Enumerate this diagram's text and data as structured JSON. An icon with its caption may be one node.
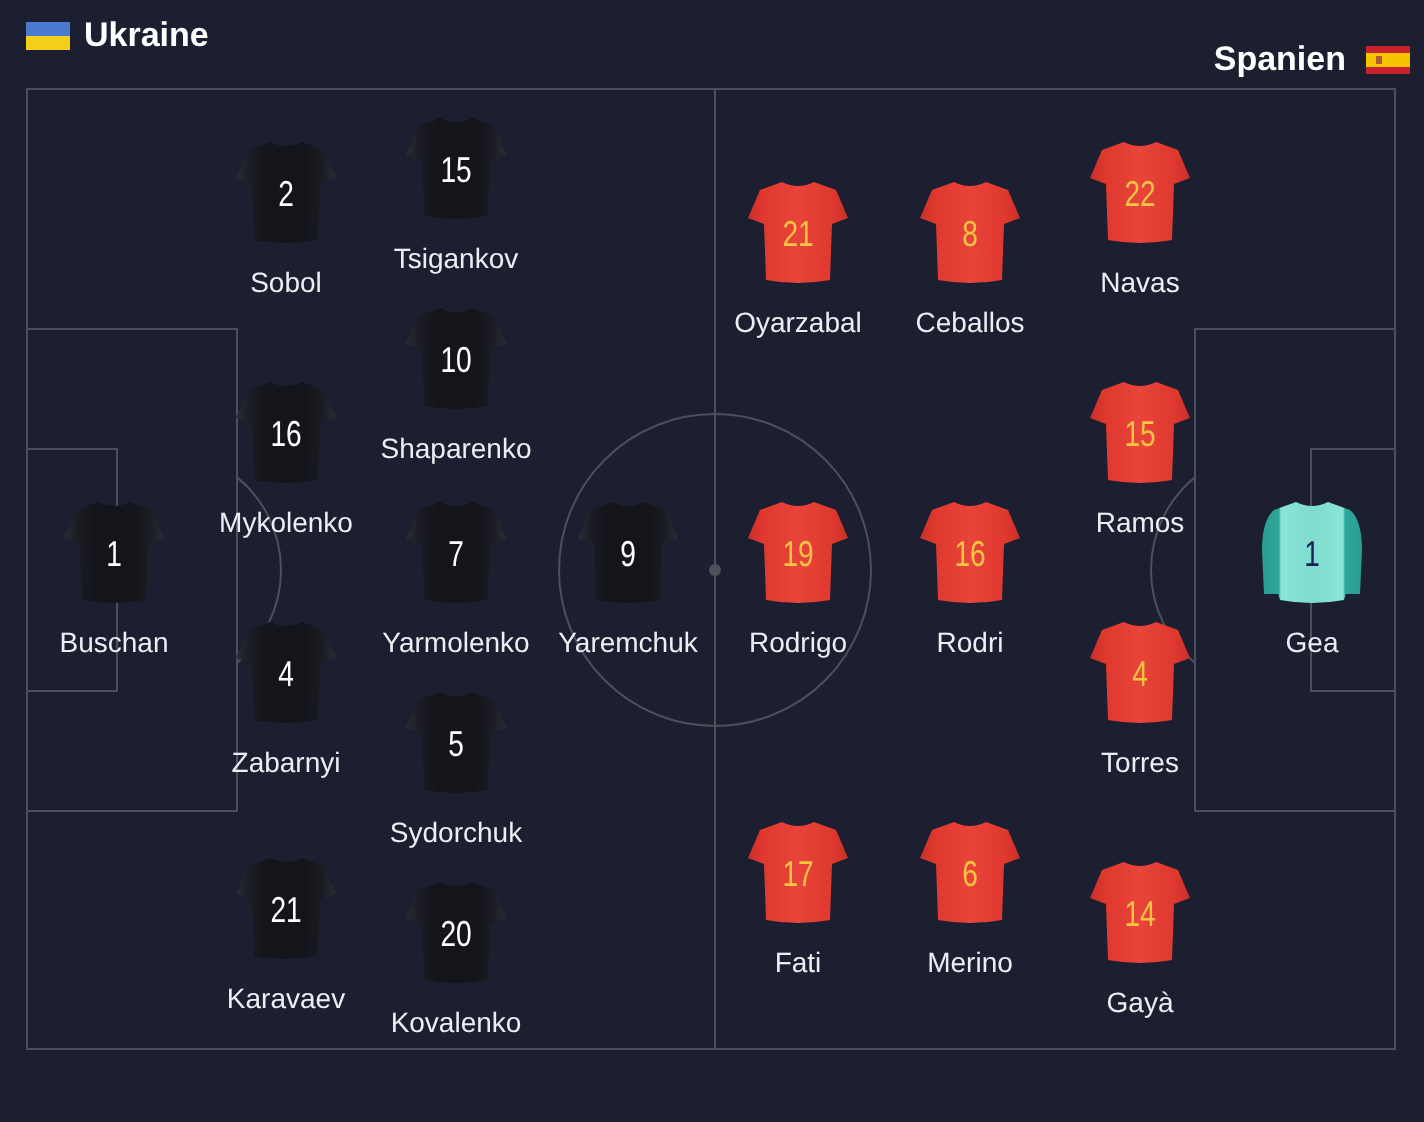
{
  "diagram": {
    "nodes": [
      {
        "text": [
          "Ukraine"
        ]
      },
      {
        "text": [
          "1"
        ],
        "beside": [
          "Buschan"
        ],
        "in": 0
      },
      {
        "text": [
          "2"
        ],
        "beside": [
          "Sobol"
        ],
        "in": 0
      },
      {
        "text": [
          "16"
        ],
        "beside": [
          "Mykolenko"
        ],
        "in": 0
      },
      {
        "text": [
          "4"
        ],
        "beside": [
          "Zabarnyi"
        ],
        "in": 0
      },
      {
        "text": [
          "21"
        ],
        "beside": [
          "Karavaev"
        ],
        "in": 0
      },
      {
        "text": [
          "15"
        ],
        "beside": [
          "Tsigankov"
        ],
        "in": 0
      },
      {
        "text": [
          "10"
        ],
        "beside": [
          "Shaparenko"
        ],
        "in": 0
      },
      {
        "text": [
          "7"
        ],
        "beside": [
          "Yarmolenko"
        ],
        "in": 0
      },
      {
        "text": [
          "5"
        ],
        "beside": [
          "Sydorchuk"
        ],
        "in": 0
      },
      {
        "text": [
          "20"
        ],
        "beside": [
          "Kovalenko"
        ],
        "in": 0
      },
      {
        "text": [
          "9"
        ],
        "beside": [
          "Yaremchuk"
        ],
        "in": 0
      },
      {
        "text": [
          "Spanien"
        ]
      },
      {
        "text": [
          "21"
        ],
        "beside": [
          "Oyarzabal"
        ],
        "in": 12
      },
      {
        "text": [
          "19"
        ],
        "beside": [
          "Rodrigo"
        ],
        "in": 12
      },
      {
        "text": [
          "17"
        ],
        "beside": [
          "Fati"
        ],
        "in": 12
      },
      {
        "text": [
          "8"
        ],
        "beside": [
          "Ceballos"
        ],
        "in": 12
      },
      {
        "text": [
          "16"
        ],
        "beside": [
          "Rodri"
        ],
        "in": 12
      },
      {
        "text": [
          "6"
        ],
        "beside": [
          "Merino"
        ],
        "in": 12
      },
      {
        "text": [
          "22"
        ],
        "beside": [
          "Navas"
        ],
        "in": 12
      },
      {
        "text": [
          "15"
        ],
        "beside": [
          "Ramos"
        ],
        "in": 12
      },
      {
        "text": [
          "4"
        ],
        "beside": [
          "Torres"
        ],
        "in": 12
      },
      {
        "text": [
          "14"
        ],
        "beside": [
          "Gayà"
        ],
        "in": 12
      },
      {
        "text": [
          "1"
        ],
        "beside": [
          "Gea"
        ],
        "in": 12
      }
    ]
  }
}
